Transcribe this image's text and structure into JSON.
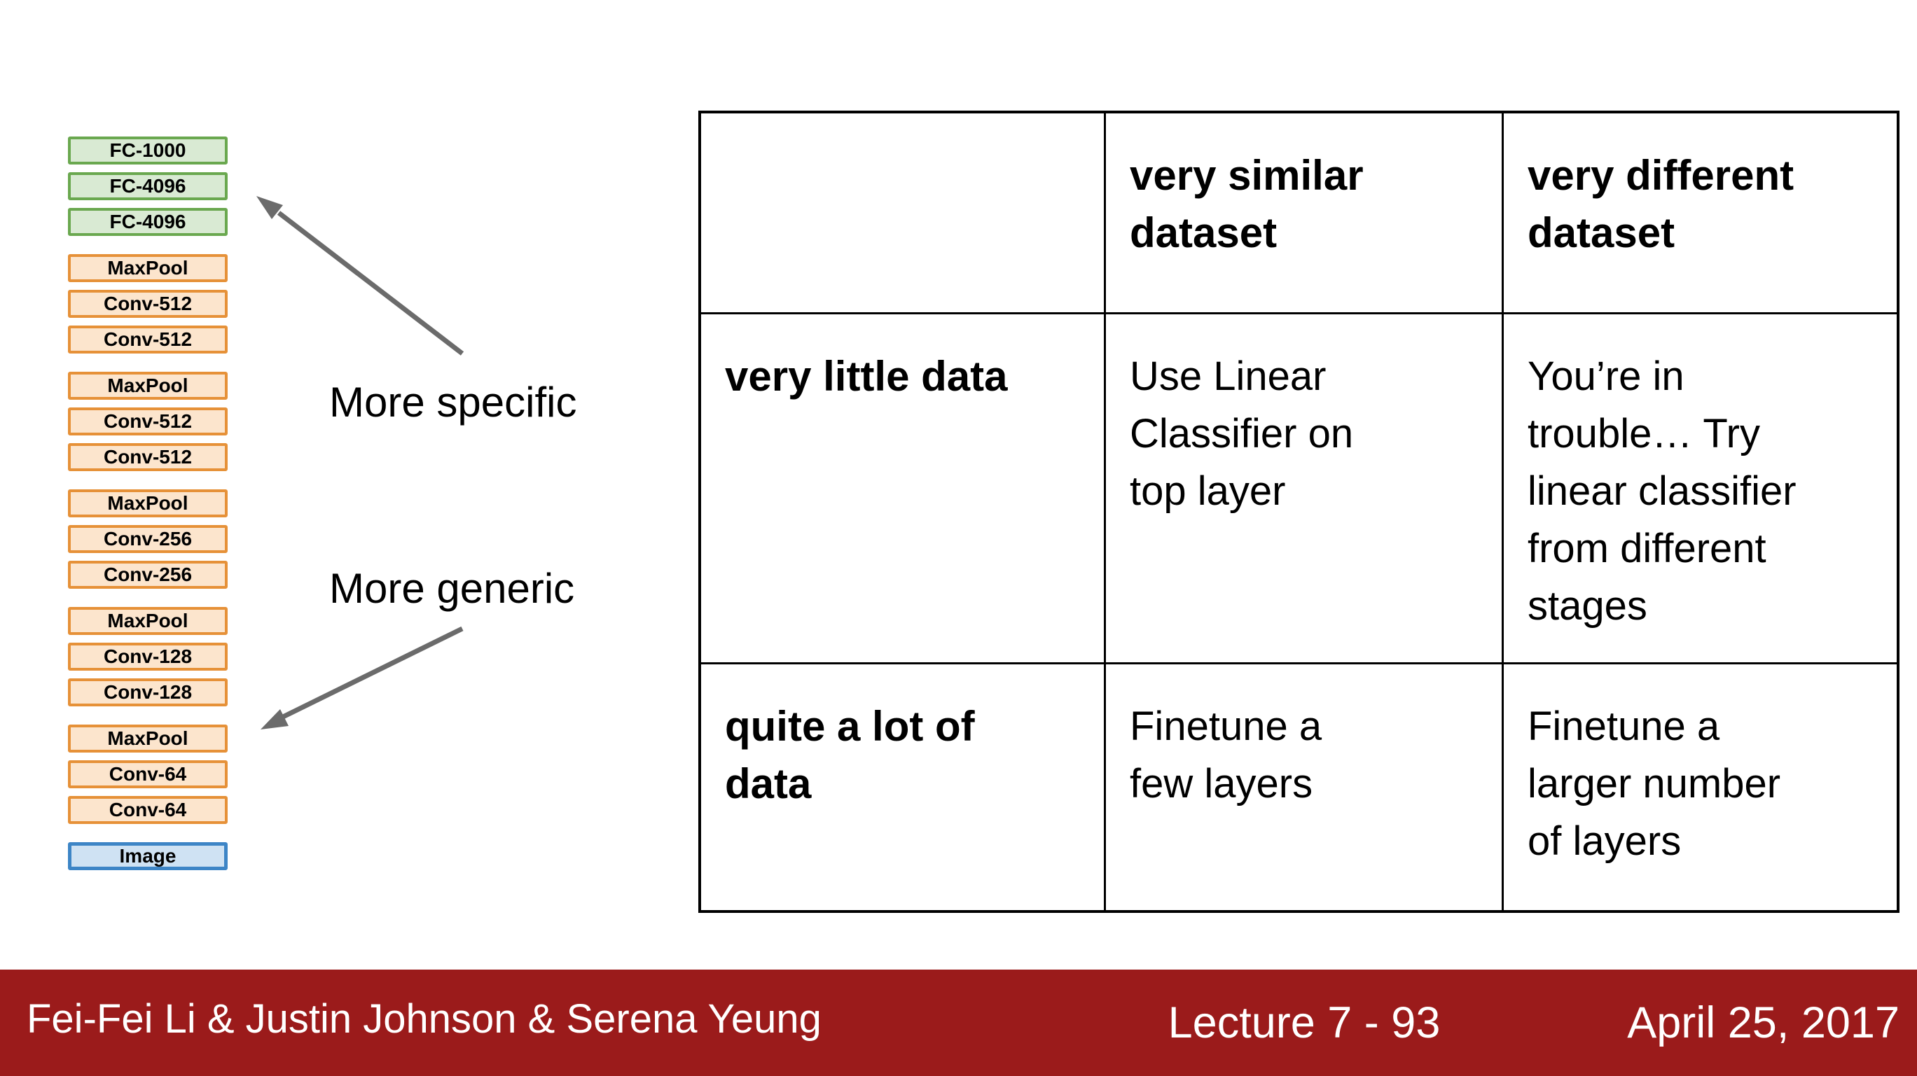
{
  "slide": {
    "stack": {
      "groups": [
        {
          "type": "green",
          "layers": [
            "FC-1000",
            "FC-4096",
            "FC-4096"
          ]
        },
        {
          "type": "orange",
          "layers": [
            "MaxPool",
            "Conv-512",
            "Conv-512"
          ]
        },
        {
          "type": "orange",
          "layers": [
            "MaxPool",
            "Conv-512",
            "Conv-512"
          ]
        },
        {
          "type": "orange",
          "layers": [
            "MaxPool",
            "Conv-256",
            "Conv-256"
          ]
        },
        {
          "type": "orange",
          "layers": [
            "MaxPool",
            "Conv-128",
            "Conv-128"
          ]
        },
        {
          "type": "orange",
          "layers": [
            "MaxPool",
            "Conv-64",
            "Conv-64"
          ]
        },
        {
          "type": "blue",
          "layers": [
            "Image"
          ]
        }
      ]
    },
    "annotations": {
      "more_specific": "More specific",
      "more_generic": "More generic"
    },
    "table": {
      "header_row": [
        "",
        "very similar\ndataset",
        "very different\ndataset"
      ],
      "rows": [
        {
          "label": "very little data",
          "cells": [
            "Use Linear\nClassifier on\ntop layer",
            "You’re in\ntrouble… Try\nlinear classifier\nfrom different\nstages"
          ]
        },
        {
          "label": "quite a lot of\ndata",
          "cells": [
            "Finetune a\nfew layers",
            "Finetune a\nlarger number\nof layers"
          ]
        }
      ]
    },
    "footer": {
      "authors": "Fei-Fei Li & Justin Johnson & Serena Yeung",
      "lecture": "Lecture 7 - 93",
      "date": "April 25, 2017",
      "bg_color": "#9B1B1B"
    },
    "colors": {
      "green_border": "#6aa84f",
      "green_fill": "#d9ead3",
      "orange_border": "#e69138",
      "orange_fill": "#fce5cd",
      "blue_border": "#3d85c6",
      "blue_fill": "#cfe2f3",
      "arrow": "#6b6b6b"
    }
  }
}
